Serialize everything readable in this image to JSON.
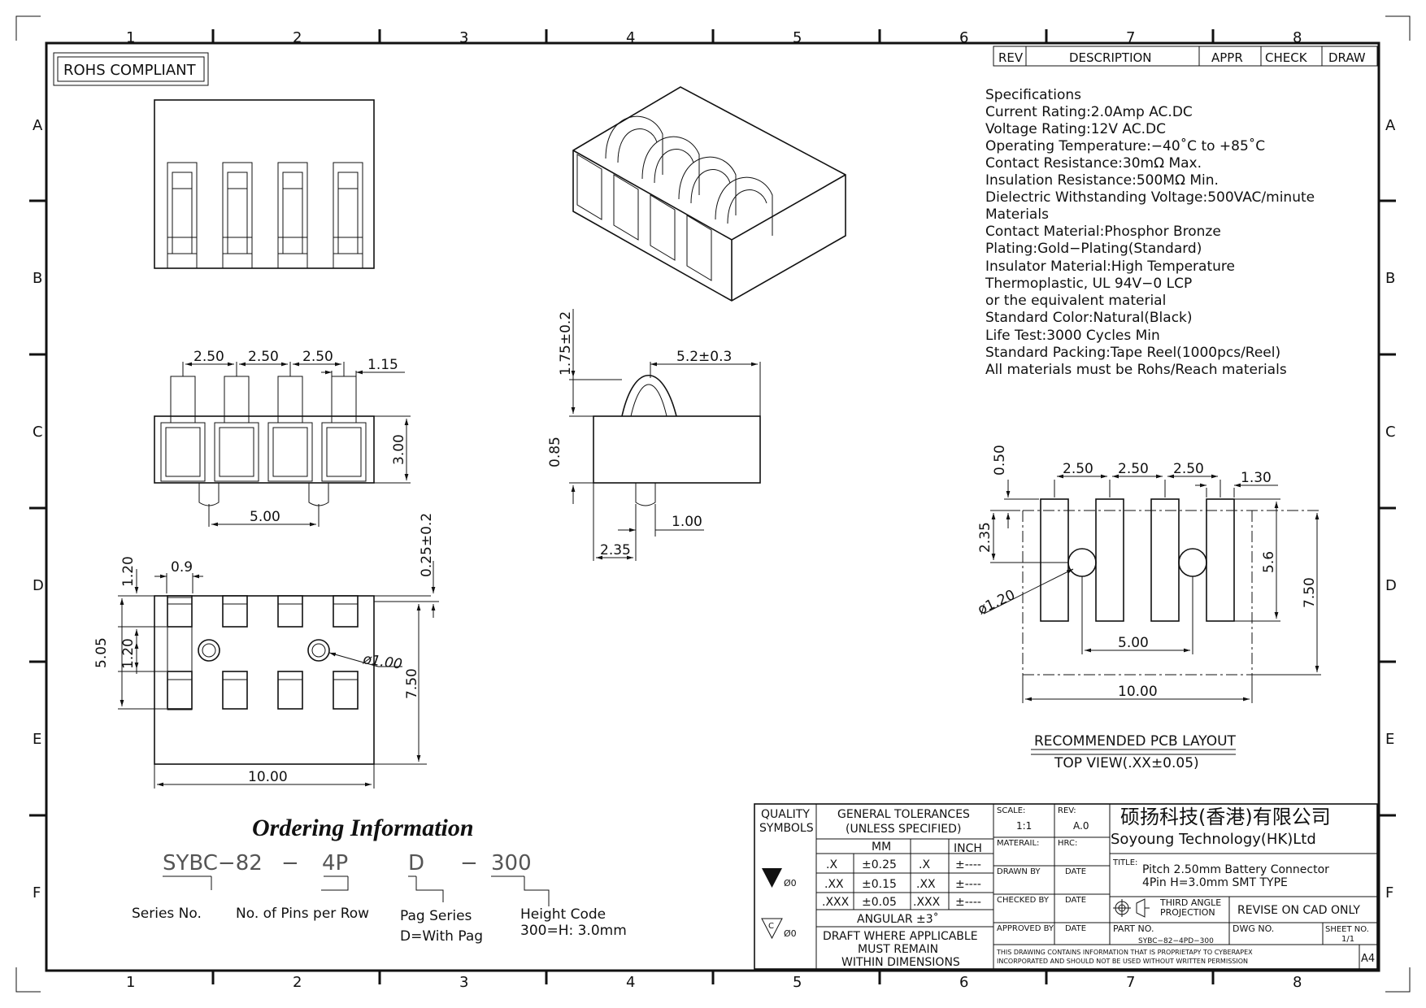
{
  "frame": {
    "col_numbers": [
      "1",
      "2",
      "3",
      "4",
      "5",
      "6",
      "7",
      "8"
    ],
    "row_letters": [
      "A",
      "B",
      "C",
      "D",
      "E",
      "F"
    ]
  },
  "rohs_label": "ROHS COMPLIANT",
  "revision_table": {
    "headers": [
      "REV",
      "DESCRIPTION",
      "APPR",
      "CHECK",
      "DRAW"
    ]
  },
  "specifications": [
    "Specifications",
    "Current  Rating:2.0Amp  AC.DC",
    "Voltage  Rating:12V  AC.DC",
    "Operating  Temperature:−40˚C  to  +85˚C",
    "Contact  Resistance:30mΩ  Max.",
    "Insulation  Resistance:500MΩ  Min.",
    "Dielectric  Withstanding  Voltage:500VAC/minute",
    "Materials",
    "Contact  Material:Phosphor  Bronze",
    "Plating:Gold−Plating(Standard)",
    "Insulator  Material:High  Temperature",
    "Thermoplastic,  UL  94V−0  LCP",
    "or  the  equivalent  material",
    "Standard  Color:Natural(Black)",
    "Life  Test:3000  Cycles  Min",
    "Standard  Packing:Tape  Reel(1000pcs/Reel)",
    "All  materials  must  be  Rohs/Reach  materials"
  ],
  "front_view": {
    "dims": {
      "pitch1": "2.50",
      "pitch2": "2.50",
      "pitch3": "2.50",
      "pin_width": "1.15",
      "height": "3.00",
      "peg_spacing": "5.00"
    }
  },
  "side_view": {
    "dims": {
      "contact_height": "1.75±0.2",
      "length": "5.2±0.3",
      "body_height": "0.85",
      "peg_width": "1.00",
      "peg_offset": "2.35"
    }
  },
  "bottom_view": {
    "dims": {
      "pad_len": "1.20",
      "pad_w": "0.9",
      "pad_gap": "1.20",
      "pitch_v": "5.05",
      "coplanarity": "0.25±0.2",
      "hole_dia": "ø1.00",
      "depth": "7.50",
      "width": "10.00"
    }
  },
  "pcb_layout": {
    "dims": {
      "offset": "0.50",
      "p1": "2.50",
      "p2": "2.50",
      "p3": "2.50",
      "pad_w": "1.30",
      "hole_off": "2.35",
      "pad_len": "5.6",
      "total_len": "7.50",
      "hole_dia": "ø1.20",
      "hole_spacing": "5.00",
      "width": "10.00"
    },
    "title": "RECOMMENDED  PCB  LAYOUT",
    "subtitle": "TOP  VIEW(.XX±0.05)"
  },
  "ordering": {
    "title": "Ordering Information",
    "codes": [
      "SYBC−82",
      "−",
      "4P",
      "D",
      "−",
      "300"
    ],
    "labels": {
      "series": "Series  No.",
      "pins": "No.  of  Pins  per  Row",
      "peg": "Pag  Series",
      "peg2": "D=With  Pag",
      "height": "Height  Code",
      "height2": "300=H:  3.0mm"
    }
  },
  "title_block": {
    "quality": [
      "QUALITY",
      "SYMBOLS"
    ],
    "quality_marks": [
      "▼",
      "Ø0",
      "Ø0"
    ],
    "tolerance_header": [
      "GENERAL  TOLERANCES",
      "(UNLESS  SPECIFIED)"
    ],
    "mm": "MM",
    "inch": "INCH",
    "rows": [
      {
        "a": ".X",
        "b": "±0.25",
        "c": ".X",
        "d": "±----"
      },
      {
        "a": ".XX",
        "b": "±0.15",
        "c": ".XX",
        "d": "±----"
      },
      {
        "a": ".XXX",
        "b": "±0.05",
        "c": ".XXX",
        "d": "±----"
      }
    ],
    "angular": "ANGULAR  ±3˚",
    "draft": [
      "DRAFT  WHERE  APPLICABLE",
      "MUST  REMAIN",
      "WITHIN  DIMENSIONS"
    ],
    "scale_label": "SCALE:",
    "scale": "1:1",
    "rev_label": "REV:",
    "rev": "A.0",
    "material": "MATERAIL:",
    "hrc": "HRC:",
    "drawn_by": "DRAWN  BY",
    "checked_by": "CHECKED  BY",
    "approved_by": "APPROVED  BY",
    "date": "DATE",
    "company_cn": "硕扬科技(香港)有限公司",
    "company_en": "Soyoung  Technology(HK)Ltd",
    "title_label": "TITLE:",
    "title1": "Pitch  2.50mm  Battery  Connector",
    "title2": "4Pin  H=3.0mm  SMT  TYPE",
    "projection": [
      "THIRD  ANGLE",
      "PROJECTION"
    ],
    "revise": "REVISE  ON  CAD  ONLY",
    "part_no_label": "PART  NO.",
    "part_no": "SYBC−82−4PD−300",
    "dwg_no": "DWG  NO.",
    "sheet_label": "SHEET  NO.",
    "sheet": "1/1",
    "notice": [
      "THIS  DRAWING  CONTAINS  INFORMATION  THAT  IS  PROPRIETAPY  TO  CYBERAPEX",
      "INCORPORATED  AND  SHOULD  NOT  BE  USED  WITHOUT  WRITTEN  PERMISSION"
    ],
    "size": "A4"
  }
}
